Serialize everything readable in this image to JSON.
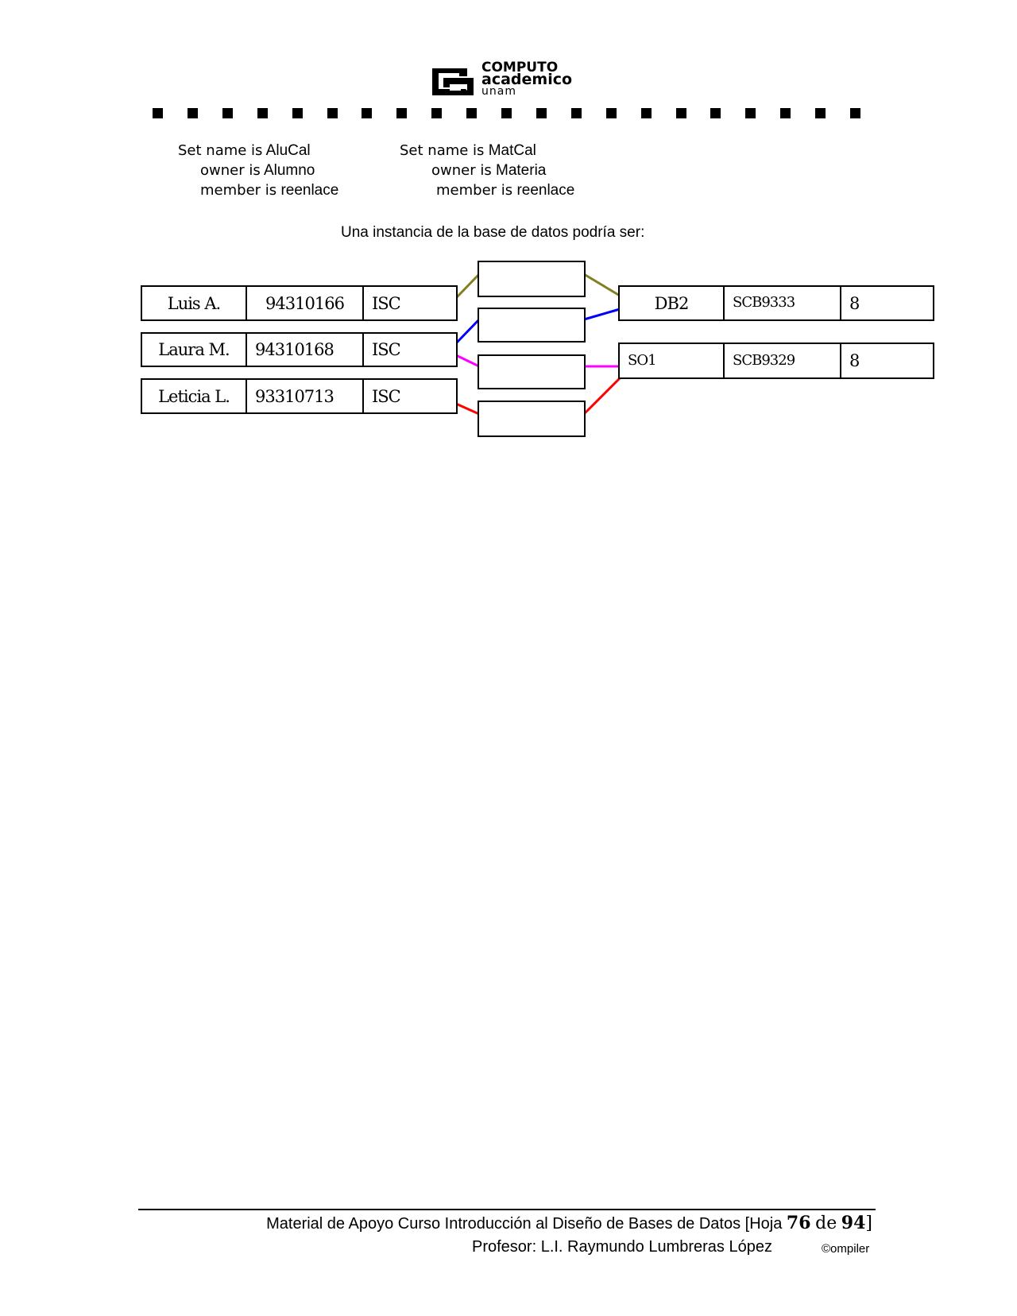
{
  "header": {
    "logo": {
      "line1": "COMPUTO",
      "line2": "academico",
      "line3": "unam"
    },
    "rule_squares": 21
  },
  "setdefs": [
    {
      "set_kw": "Set name is",
      "set_val": "AluCal",
      "owner_kw": "owner is",
      "owner_val": "Alumno",
      "member_kw": "member is",
      "member_val": "reenlace"
    },
    {
      "set_kw": "Set name is",
      "set_val": "MatCal",
      "owner_kw": "owner is",
      "owner_val": "Materia",
      "member_kw": "member is",
      "member_val": "reenlace"
    }
  ],
  "lead": "Una instancia de la base de datos podría ser:",
  "alumnos": [
    {
      "name": "Luis A.",
      "id": "94310166",
      "career": "ISC"
    },
    {
      "name": "Laura M.",
      "id": "94310168",
      "career": "ISC"
    },
    {
      "name": "Leticia L.",
      "id": "93310713",
      "career": "ISC"
    }
  ],
  "materias": [
    {
      "name": "DB2",
      "code": "SCB9333",
      "credits": "8"
    },
    {
      "name": "SO1",
      "code": "SCB9329",
      "credits": "8"
    }
  ],
  "link_colors": [
    "#808020",
    "#0000ff",
    "#ff00ff",
    "#ff0000"
  ],
  "footer": {
    "line1_prefix": "Material de Apoyo Curso Introducción al Diseño de Bases de Datos [Hoja ",
    "page": "76",
    "of": "de",
    "total": "94",
    "close": "]",
    "line2": "Profesor: L.I. Raymundo Lumbreras López",
    "copyright": "©ompiler"
  }
}
